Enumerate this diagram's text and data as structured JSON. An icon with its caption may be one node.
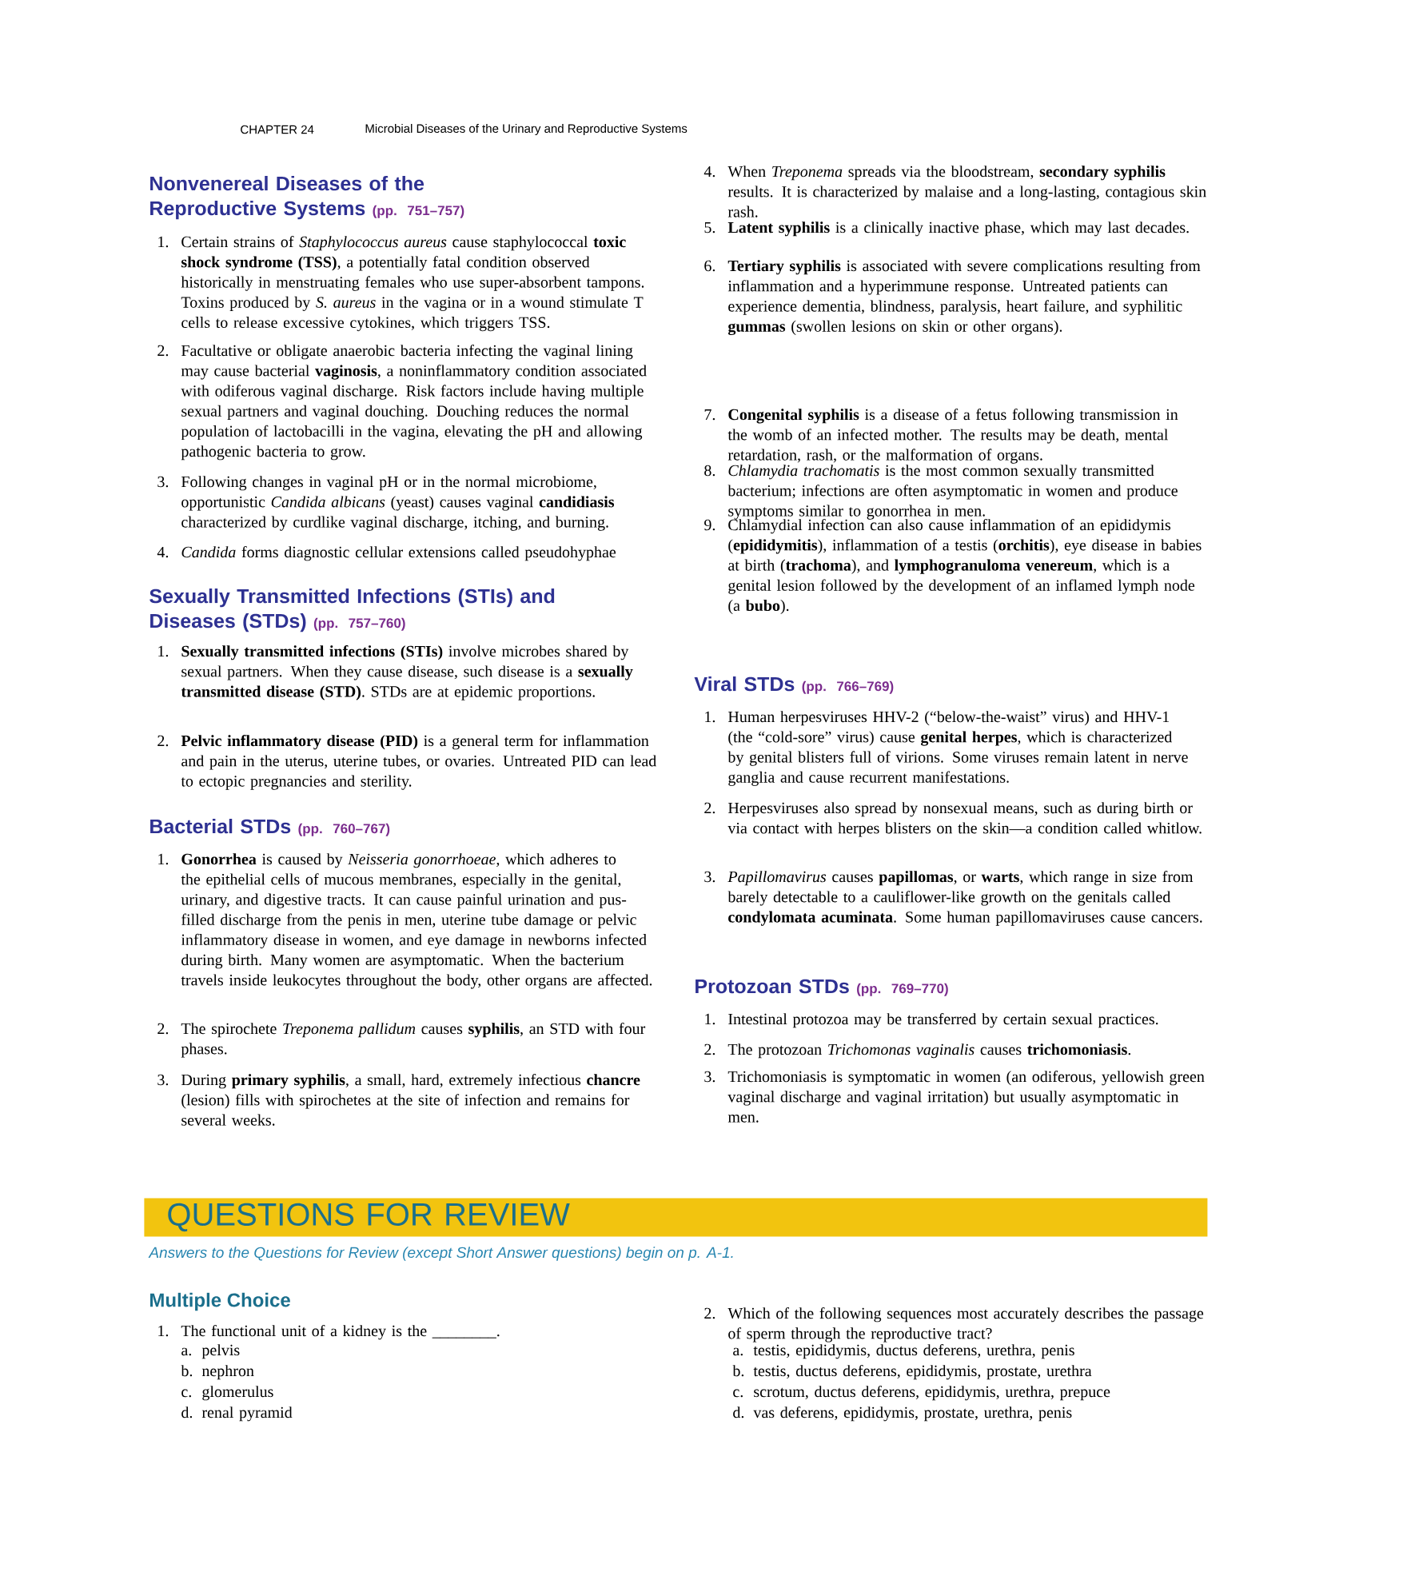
{
  "diagram": {
    "nodes": [
      {
        "text": [
          "QUESTIONS FOR REVIEW"
        ]
      }
    ],
    "labels": [
      "CHAPTER 24",
      "Microbial Diseases of the Urinary and Reproductive Systems",
      "Nonvenereal Diseases of the Reproductive Systems",
      "(pp. 751–757)",
      "1.",
      "Certain strains of *Staphylococcus aureus* cause staphylococcal **toxic shock syndrome (TSS)**, a potentially fatal condition observed historically in menstruating females who use super-absorbent tampons. Toxins produced by *S. aureus* in the vagina or in a wound stimulate T cells to release excessive cytokines, which triggers TSS.",
      "2.",
      "Facultative or obligate anaerobic bacteria infecting the vaginal lining may cause bacterial **vaginosis**, a noninflammatory condition associated with odiferous vaginal discharge. Risk factors include having multiple sexual partners and vaginal douching. Douching reduces the normal population of lactobacilli in the vagina, elevating the pH and allowing pathogenic bacteria to grow.",
      "3.",
      "Following changes in vaginal pH or in the normal microbiome, opportunistic *Candida albicans* (yeast) causes vaginal **candidiasis** characterized by curdlike vaginal discharge, itching, and burning.",
      "4.",
      "*Candida* forms diagnostic cellular extensions called pseudohyphae",
      "Sexually Transmitted Infections (STIs) and Diseases (STDs)",
      "(pp. 757–760)",
      "1.",
      "**Sexually transmitted infections (STIs)** involve microbes shared by sexual partners. When they cause disease, such disease is a **sexually transmitted disease (STD)**. STDs are at epidemic proportions.",
      "2.",
      "**Pelvic inflammatory disease (PID)** is a general term for inflammation and pain in the uterus, uterine tubes, or ovaries. Untreated PID can lead to ectopic pregnancies and sterility.",
      "Bacterial STDs",
      "(pp. 760–767)",
      "1.",
      "**Gonorrhea** is caused by *Neisseria gonorrhoeae*, which adheres to the epithelial cells of mucous membranes, especially in the genital, urinary, and digestive tracts. It can cause painful urination and pus-filled discharge from the penis in men, uterine tube damage or pelvic inflammatory disease in women, and eye damage in newborns infected during birth. Many women are asymptomatic. When the bacterium travels inside leukocytes throughout the body, other organs are affected.",
      "2.",
      "The spirochete *Treponema pallidum* causes **syphilis**, an STD with four phases.",
      "3.",
      "During **primary syphilis**, a small, hard, extremely infectious **chancre** (lesion) fills with spirochetes at the site of infection and remains for several weeks.",
      "4.",
      "When *Treponema* spreads via the bloodstream, **secondary syphilis** results. It is characterized by malaise and a long-lasting, contagious skin rash.",
      "5.",
      "**Latent syphilis** is a clinically inactive phase, which may last decades.",
      "6.",
      "**Tertiary syphilis** is associated with severe complications resulting from inflammation and a hyperimmune response. Untreated patients can experience dementia, blindness, paralysis, heart failure, and syphilitic **gummas** (swollen lesions on skin or other organs).",
      "7.",
      "**Congenital syphilis** is a disease of a fetus following transmission in the womb of an infected mother. The results may be death, mental retardation, rash, or the malformation of organs.",
      "8.",
      "*Chlamydia trachomatis* is the most common sexually transmitted bacterium; infections are often asymptomatic in women and produce symptoms similar to gonorrhea in men.",
      "9.",
      "Chlamydial infection can also cause inflammation of an epididymis (**epididymitis**), inflammation of a testis (**orchitis**), eye disease in babies at birth (**trachoma**), and **lymphogranuloma venereum**, which is a genital lesion followed by the development of an inflamed lymph node (a **bubo**).",
      "Viral STDs",
      "(pp. 766–769)",
      "1.",
      "Human herpesviruses HHV-2 (“below-the-waist” virus) and HHV-1 (the “cold-sore” virus) cause **genital herpes**, which is characterized by genital blisters full of virions. Some viruses remain latent in nerve ganglia and cause recurrent manifestations.",
      "2.",
      "Herpesviruses also spread by nonsexual means, such as during birth or via contact with herpes blisters on the skin—a condition called whitlow.",
      "3.",
      "*Papillomavirus* causes **papillomas**, or **warts**, which range in size from barely detectable to a cauliflower-like growth on the genitals called **condylomata acuminata**. Some human papillomaviruses cause cancers.",
      "Protozoan STDs",
      "(pp. 769–770)",
      "1.",
      "Intestinal protozoa may be transferred by certain sexual practices.",
      "2.",
      "The protozoan *Trichomonas vaginalis* causes **trichomoniasis**.",
      "3.",
      "Trichomoniasis is symptomatic in women (an odiferous, yellowish green vaginal discharge and vaginal irritation) but usually asymptomatic in men.",
      "Answers to the Questions for Review (except Short Answer questions) begin on p. A-1.",
      "Multiple Choice",
      "1.",
      "The functional unit of a kidney is the ________.",
      "a.",
      "pelvis",
      "b.",
      "nephron",
      "c.",
      "glomerulus",
      "d.",
      "renal pyramid",
      "2.",
      "Which of the following sequences most accurately describes the passage of sperm through the reproductive tract?",
      "a.",
      "testis, epididymis, ductus deferens, urethra, penis",
      "b.",
      "testis, ductus deferens, epididymis, prostate, urethra",
      "c.",
      "scrotum, ductus deferens, epididymis, urethra, prepuce",
      "d.",
      "vas deferens, epididymis, prostate, urethra, penis"
    ]
  }
}
